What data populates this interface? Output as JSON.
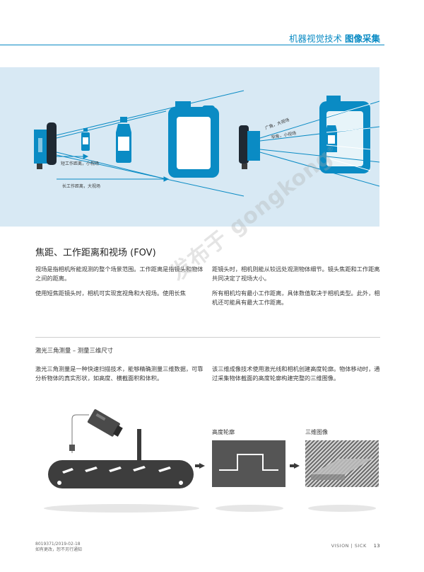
{
  "header": {
    "category": "机器视觉技术",
    "section": "图像采集"
  },
  "figure1": {
    "short_distance_label": "短工作距离，小视场",
    "long_distance_label": "长工作距离，大视场",
    "wide_angle_label": "广角，大视场",
    "narrow_angle_label": "窄角，小视场",
    "background_color": "#d8e9f4",
    "accent_color": "#0a8bc4"
  },
  "section_fov": {
    "title": "焦距、工作距离和视场 (FOV)",
    "left_paragraphs": [
      "视场是指相机所能观测的整个场景范围。工作距离是指镜头和物体之间的距离。",
      "使用短焦距镜头时，相机可实现宽视角和大视场。使用长焦"
    ],
    "right_paragraphs": [
      "距镜头时，相机则能从较远处观测物体细节。镜头焦距和工作距离共同决定了视场大小。",
      "所有相机均有最小工作距离，具体数值取决于相机类型。此外，相机还可能具有最大工作距离。"
    ]
  },
  "section_laser": {
    "title": "激光三角测量 – 测量三维尺寸",
    "left_paragraph": "激光三角测量是一种快速扫描技术，能够精确测量三维数据，可靠分析物体的真实形状，如高度、横截面积和体积。",
    "right_paragraph": "该三维成像技术使用激光线和相机创建高度轮廓。物体移动时，通过采集物体截面的高度轮廓构建完整的三维图像。"
  },
  "figure2": {
    "height_profile_label": "高度轮廓",
    "image_3d_label": "三维图像"
  },
  "watermark": {
    "text": "发布于 gongkong",
    "mark": "®"
  },
  "footer": {
    "doc_id": "8019371/2019-02-18",
    "notice": "如有更改，恕不另行通知",
    "brand": "VISION | SICK",
    "page_number": "13"
  }
}
